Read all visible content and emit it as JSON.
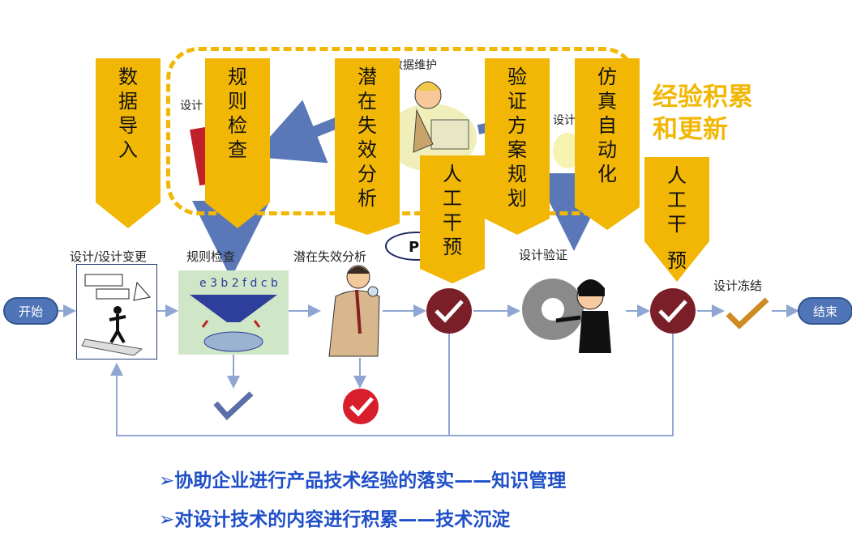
{
  "captions": {
    "design_change": "设计/设计变更",
    "rule_check": "规则检查",
    "failure_analysis": "潜在失效分析",
    "design_verify": "设计验证",
    "design_freeze": "设计冻结",
    "data_maintain": "数据维护",
    "design_top_left": "设计",
    "design_top_right": "设计"
  },
  "terminals": {
    "start": "开始",
    "end": "结束"
  },
  "callouts": {
    "c1": [
      "数",
      "据",
      "导",
      "入"
    ],
    "c2": [
      "规",
      "则",
      "检",
      "查"
    ],
    "c3": [
      "潜",
      "在",
      "失",
      "效",
      "分",
      "析"
    ],
    "c4": [
      "人",
      "工",
      "干",
      "预"
    ],
    "c5": [
      "验",
      "证",
      "方",
      "案",
      "规",
      "划"
    ],
    "c6": [
      "仿",
      "真",
      "自",
      "动",
      "化"
    ],
    "c7": [
      "人",
      "工",
      "干",
      "预"
    ]
  },
  "accumulate": {
    "line1": "经验积累",
    "line2": "和更新"
  },
  "bullets": {
    "b1": "协助企业进行产品技术经验的落实——知识管理",
    "b2": "对设计技术的内容进行积累——技术沉淀"
  },
  "bubble_text": "P",
  "colors": {
    "callout": "#f2b705",
    "bullet": "#1f4fc8",
    "approve": "#7a1f27",
    "terminal": "#4f74b8",
    "arrow": "#8fa6d3"
  }
}
